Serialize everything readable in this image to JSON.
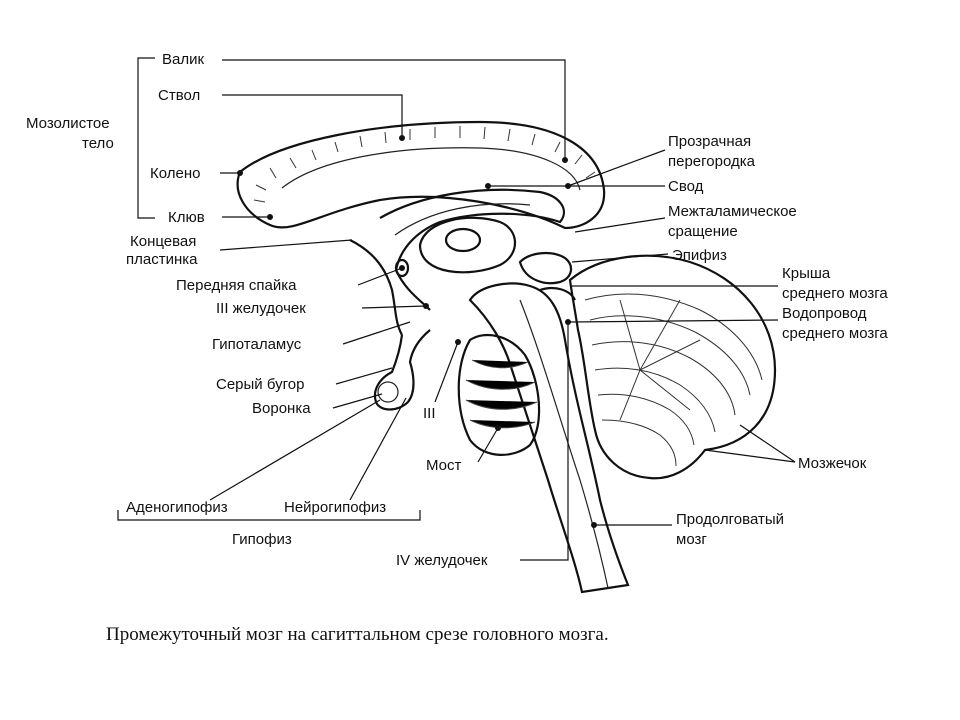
{
  "labels": {
    "valik": "Валик",
    "stvol": "Ствол",
    "mozolistoe_1": "Мозолистое",
    "mozolistoe_2": "тело",
    "koleno": "Колено",
    "klyuv": "Клюв",
    "koncevaya_1": "Концевая",
    "koncevaya_2": "пластинка",
    "perednyaya_spayka": "Передняя спайка",
    "iii_zheludochek": "III желудочек",
    "gipotalamus": "Гипоталамус",
    "seryy_bugor": "Серый бугор",
    "voronka": "Воронка",
    "iii": "III",
    "most": "Мост",
    "adenogipofiz": "Аденогипофиз",
    "neyrogipofiz": "Нейрогипофиз",
    "gipofiz": "Гипофиз",
    "iv_zheludochek": "IV желудочек",
    "prozrachnaya_1": "Прозрачная",
    "prozrachnaya_2": "перегородка",
    "svod": "Свод",
    "mezhtalam_1": "Межталамическое",
    "mezhtalam_2": "сращение",
    "epifiz": "Эпифиз",
    "krysha_1": "Крыша",
    "krysha_2": "среднего мозга",
    "vodoprovod_1": "Водопровод",
    "vodoprovod_2": "среднего мозга",
    "mozzhechok": "Мозжечок",
    "prodolg_1": "Продолговатый",
    "prodolg_2": "мозг"
  },
  "caption": "Промежуточный мозг на сагиттальном срезе головного мозга."
}
